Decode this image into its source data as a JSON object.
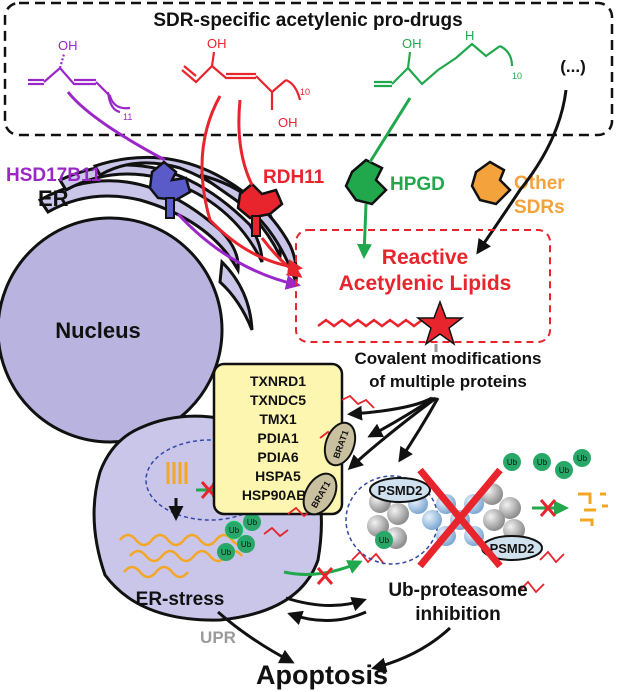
{
  "header": {
    "title": "SDR-specific acetylenic pro-drugs",
    "more": "(...)"
  },
  "molecules": {
    "m1": {
      "oh": "OH",
      "sub": "11"
    },
    "m2": {
      "oh_top": "OH",
      "oh_bottom": "OH",
      "sub": "10"
    },
    "m3": {
      "oh": "OH",
      "h": "H",
      "sub": "10"
    }
  },
  "enzymes": {
    "hsd17b11": "HSD17B11",
    "rdh11": "RDH11",
    "hpgd": "HPGD",
    "other_line1": "Other",
    "other_line2": "SDRs"
  },
  "labels": {
    "er": "ER",
    "nucleus": "Nucleus",
    "reactive_line1": "Reactive",
    "reactive_line2": "Acetylenic Lipids",
    "covalent_line1": "Covalent modifications",
    "covalent_line2": "of multiple proteins",
    "er_stress": "ER-stress",
    "upr": "UPR",
    "ub_proteasome_line1": "Ub-proteasome",
    "ub_proteasome_line2": "inhibition",
    "apoptosis": "Apoptosis",
    "brat1": "BRAT1",
    "psmd2": "PSMD2",
    "ub": "Ub"
  },
  "proteins": [
    "TXNRD1",
    "TXNDC5",
    "TMX1",
    "PDIA1",
    "PDIA6",
    "HSPA5",
    "HSP90AB1"
  ],
  "colors": {
    "hsd17b11": "#9b27c9",
    "rdh11": "#e8242d",
    "hpgd": "#21a84d",
    "other": "#f4a23c",
    "nucleus_fill": "#b8b4df",
    "er_fill": "#c9c6e9",
    "protein_box": "#fdf6b0",
    "ub_green": "#28a868",
    "misfold_orange": "#f5a623",
    "upr_gray": "#9a9a9a"
  }
}
